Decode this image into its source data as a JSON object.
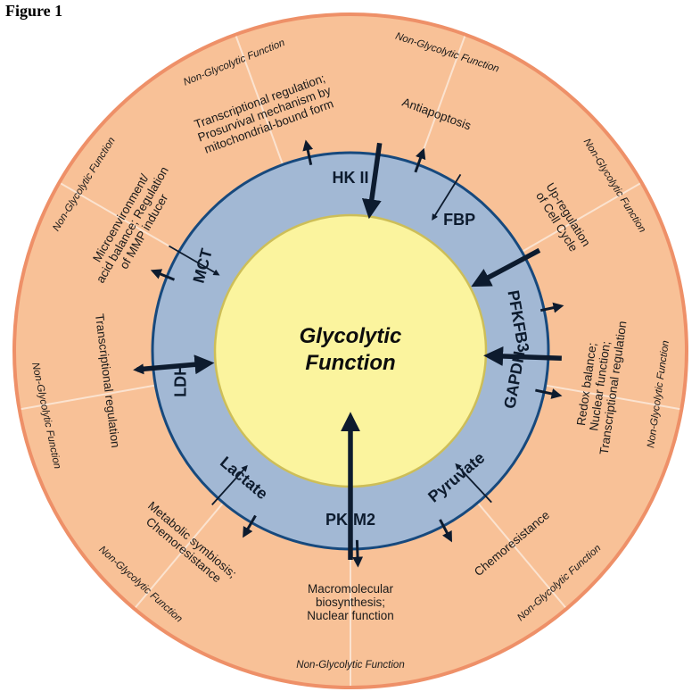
{
  "figure_label": "Figure 1",
  "center": {
    "line1": "Glycolytic",
    "line2": "Function"
  },
  "colors": {
    "outer_fill": "#f8c197",
    "outer_stroke": "#ee9068",
    "divider": "#fbe3d0",
    "ring_fill": "#a2b8d4",
    "ring_stroke": "#17497d",
    "inner_fill": "#fbf49e",
    "inner_stroke": "#cdbe58",
    "arrow": "#0d1b2e"
  },
  "non_glycolytic_label": "Non-Glycolytic Function",
  "components": [
    {
      "name": "HK II",
      "description": [
        "Transcriptional regulation;",
        "Prosurvival mechanism by",
        "mitochondrial-bound form"
      ]
    },
    {
      "name": "FBP",
      "description": [
        "Antiapoptosis"
      ]
    },
    {
      "name": "PFKFB3",
      "description": [
        "Up-regulation",
        "of Cell Cycle"
      ]
    },
    {
      "name": "GAPDH",
      "description": [
        "Redox balance;",
        "Nuclear function;",
        "Transcriptional regulation"
      ]
    },
    {
      "name": "Pyruvate",
      "description": [
        "Chemoresistance"
      ]
    },
    {
      "name": "PK-M2",
      "description": [
        "Macromolecular",
        "biosynthesis;",
        "Nuclear function"
      ]
    },
    {
      "name": "Lactate",
      "description": [
        "Metabolic symbiosis;",
        "Chemoresistance"
      ]
    },
    {
      "name": "LDH",
      "description": [
        "Transcriptional regulation"
      ]
    },
    {
      "name": "MCT",
      "description": [
        "Microenvironment/",
        "acid balance; Regulation",
        "of MMP inducer"
      ]
    }
  ]
}
